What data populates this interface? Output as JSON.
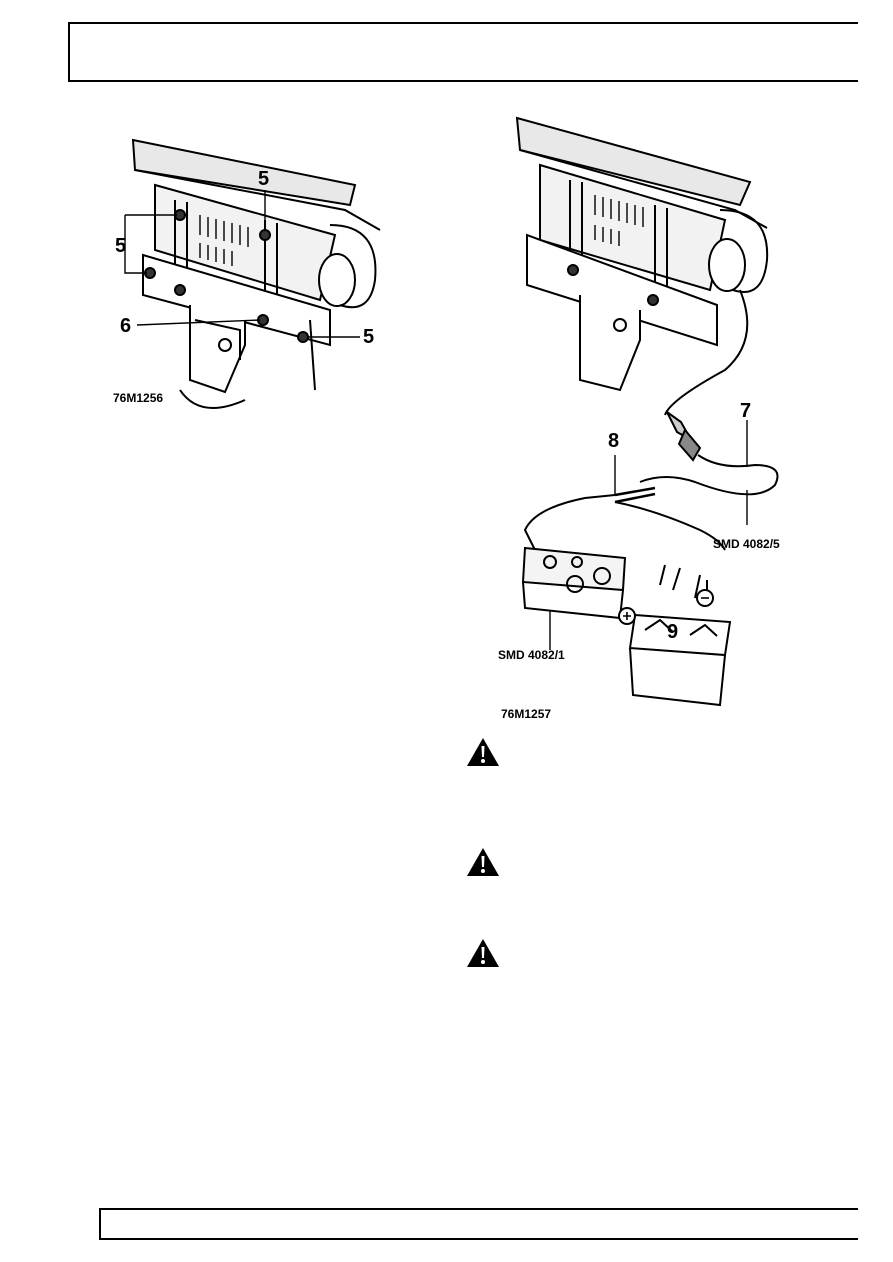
{
  "figure1": {
    "ref": "76M1256",
    "callouts": [
      "5",
      "5",
      "6",
      "5"
    ]
  },
  "figure2": {
    "ref": "76M1257",
    "callouts": [
      "7",
      "8",
      "9"
    ],
    "tool_labels": [
      "SMD 4082/5",
      "SMD 4082/1"
    ]
  },
  "warnings": [
    {
      "icon": "warning-triangle-icon"
    },
    {
      "icon": "warning-triangle-icon"
    },
    {
      "icon": "warning-triangle-icon"
    }
  ]
}
